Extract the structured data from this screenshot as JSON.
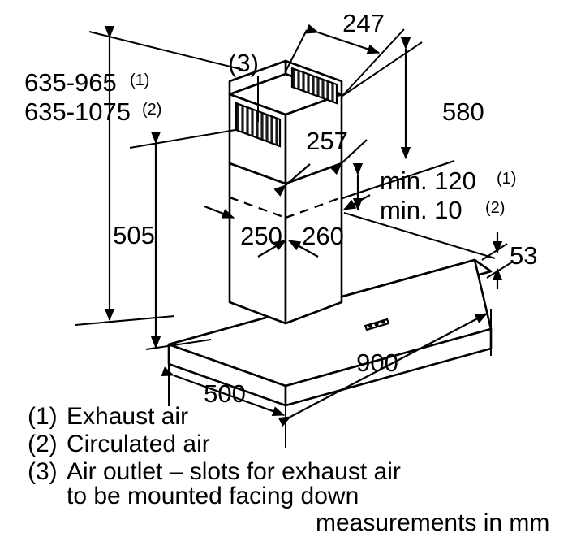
{
  "drawing": {
    "title": "Chimney cooker hood dimension drawing",
    "units_note": "measurements in mm",
    "line_color": "#000000",
    "background_color": "#ffffff"
  },
  "dimensions": {
    "height_range_exhaust": "635-965",
    "height_range_exhaust_ref": "(1)",
    "height_range_circulated": "635-1075",
    "height_range_circulated_ref": "(2)",
    "chimney_top_depth": "247",
    "chimney_upper_height": "580",
    "chimney_upper_width": "257",
    "chimney_lower_height": "505",
    "chimney_lower_width_left": "250",
    "chimney_lower_width_right": "260",
    "min_clearance_exhaust": "min. 120",
    "min_clearance_exhaust_ref": "(1)",
    "min_clearance_circulated": "min. 10",
    "min_clearance_circulated_ref": "(2)",
    "canopy_thickness": "53",
    "canopy_depth": "500",
    "canopy_width": "900",
    "air_outlet_callout": "(3)"
  },
  "legend": {
    "items": [
      {
        "marker": "(1)",
        "text": "Exhaust air"
      },
      {
        "marker": "(2)",
        "text": "Circulated air"
      },
      {
        "marker": "(3)",
        "text": "Air outlet – slots for exhaust air"
      }
    ],
    "continuation": "to be mounted facing down"
  },
  "footer": {
    "note": "measurements in mm"
  }
}
